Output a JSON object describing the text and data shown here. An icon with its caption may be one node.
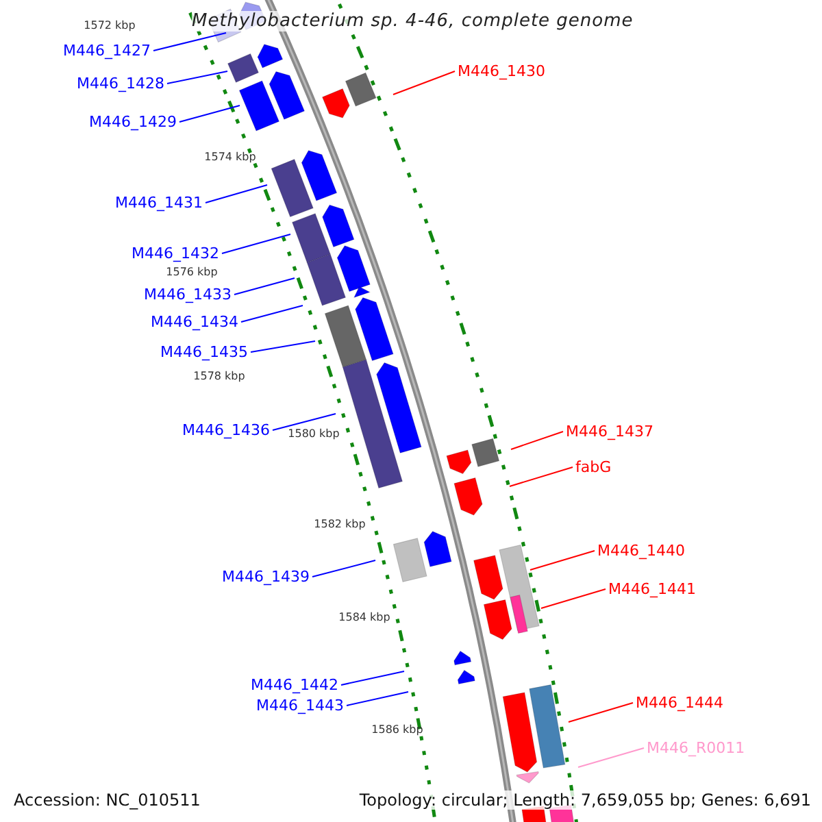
{
  "diagram": {
    "title": "Methylobacterium sp. 4-46, complete genome",
    "nodes": [
      {
        "text": [
          "M446_1427"
        ]
      },
      {
        "text": [
          "M446_1428"
        ]
      },
      {
        "text": [
          "M446_1429"
        ]
      },
      {
        "text": [
          "M446_1430"
        ]
      },
      {
        "text": [
          "M446_1431"
        ]
      },
      {
        "text": [
          "M446_1432"
        ]
      },
      {
        "text": [
          "M446_1433"
        ]
      },
      {
        "text": [
          "M446_1434"
        ]
      },
      {
        "text": [
          "M446_1435"
        ]
      },
      {
        "text": [
          "M446_1436"
        ]
      },
      {
        "text": [
          "M446_1437"
        ]
      },
      {
        "text": [
          "fabG"
        ]
      },
      {
        "text": [
          "M446_1439"
        ]
      },
      {
        "text": [
          "M446_1440"
        ]
      },
      {
        "text": [
          "M446_1441"
        ]
      },
      {
        "text": [
          "M446_1442"
        ]
      },
      {
        "text": [
          "M446_1443"
        ]
      },
      {
        "text": [
          "M446_1444"
        ]
      },
      {
        "text": [
          "M446_R0011"
        ]
      }
    ],
    "edges": [
      {
        "from": 0,
        "to": null,
        "arrow": "none"
      },
      {
        "from": 1,
        "to": null,
        "arrow": "none"
      },
      {
        "from": 2,
        "to": null,
        "arrow": "none"
      },
      {
        "from": 3,
        "to": null,
        "arrow": "none",
        "color": "#ff0000"
      },
      {
        "from": 4,
        "to": null,
        "arrow": "none"
      },
      {
        "from": 5,
        "to": null,
        "arrow": "none"
      },
      {
        "from": 6,
        "to": null,
        "arrow": "none"
      },
      {
        "from": 7,
        "to": null,
        "arrow": "none"
      },
      {
        "from": 8,
        "to": null,
        "arrow": "none"
      },
      {
        "from": 9,
        "to": null,
        "arrow": "none"
      },
      {
        "from": 10,
        "to": null,
        "arrow": "none",
        "color": "#ff0000"
      },
      {
        "from": 11,
        "to": null,
        "arrow": "none",
        "color": "#ff0000"
      },
      {
        "from": 12,
        "to": null,
        "arrow": "none"
      },
      {
        "from": 13,
        "to": null,
        "arrow": "none",
        "color": "#ff0000"
      },
      {
        "from": 14,
        "to": null,
        "arrow": "none",
        "color": "#ff0000"
      },
      {
        "from": 15,
        "to": null,
        "arrow": "none"
      },
      {
        "from": 16,
        "to": null,
        "arrow": "none"
      },
      {
        "from": 17,
        "to": null,
        "arrow": "none",
        "color": "#ff0000"
      },
      {
        "from": 18,
        "to": null,
        "arrow": "none",
        "color": "#ff99cc"
      }
    ],
    "labels": [
      "1572 kbp",
      "1574 kbp",
      "1576 kbp",
      "1578 kbp",
      "1580 kbp",
      "1582 kbp",
      "1584 kbp",
      "1586 kbp",
      "Accession: NC_010511",
      "Topology: circular; Length: 7,659,055 bp; Genes: 6,691"
    ]
  }
}
